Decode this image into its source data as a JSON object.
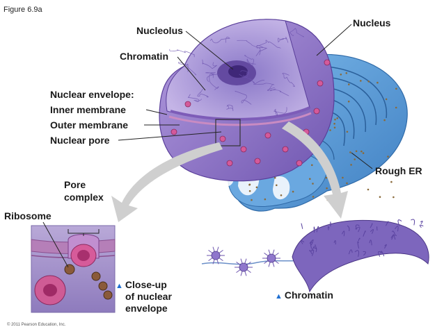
{
  "figure_label": "Figure 6.9a",
  "labels": {
    "nucleolus": "Nucleolus",
    "nucleus": "Nucleus",
    "chromatin": "Chromatin",
    "nuclear_envelope": "Nuclear envelope:",
    "inner_membrane": "Inner membrane",
    "outer_membrane": "Outer membrane",
    "nuclear_pore": "Nuclear pore",
    "rough_er": "Rough ER",
    "pore_complex_line1": "Pore",
    "pore_complex_line2": "complex",
    "ribosome": "Ribosome",
    "closeup_line1": "Close-up",
    "closeup_line2": "of nuclear",
    "closeup_line3": "envelope",
    "chromatin_caption": "Chromatin"
  },
  "caption_marker": "▲",
  "copyright": "© 2011 Pearson Education, Inc.",
  "colors": {
    "nucleus_purple": "#8f6fc4",
    "envelope_pink": "#c98bc2",
    "er_blue": "#4f9ad8",
    "arrow_gray": "#c8c8c8",
    "marker_blue": "#1f6fd1"
  }
}
